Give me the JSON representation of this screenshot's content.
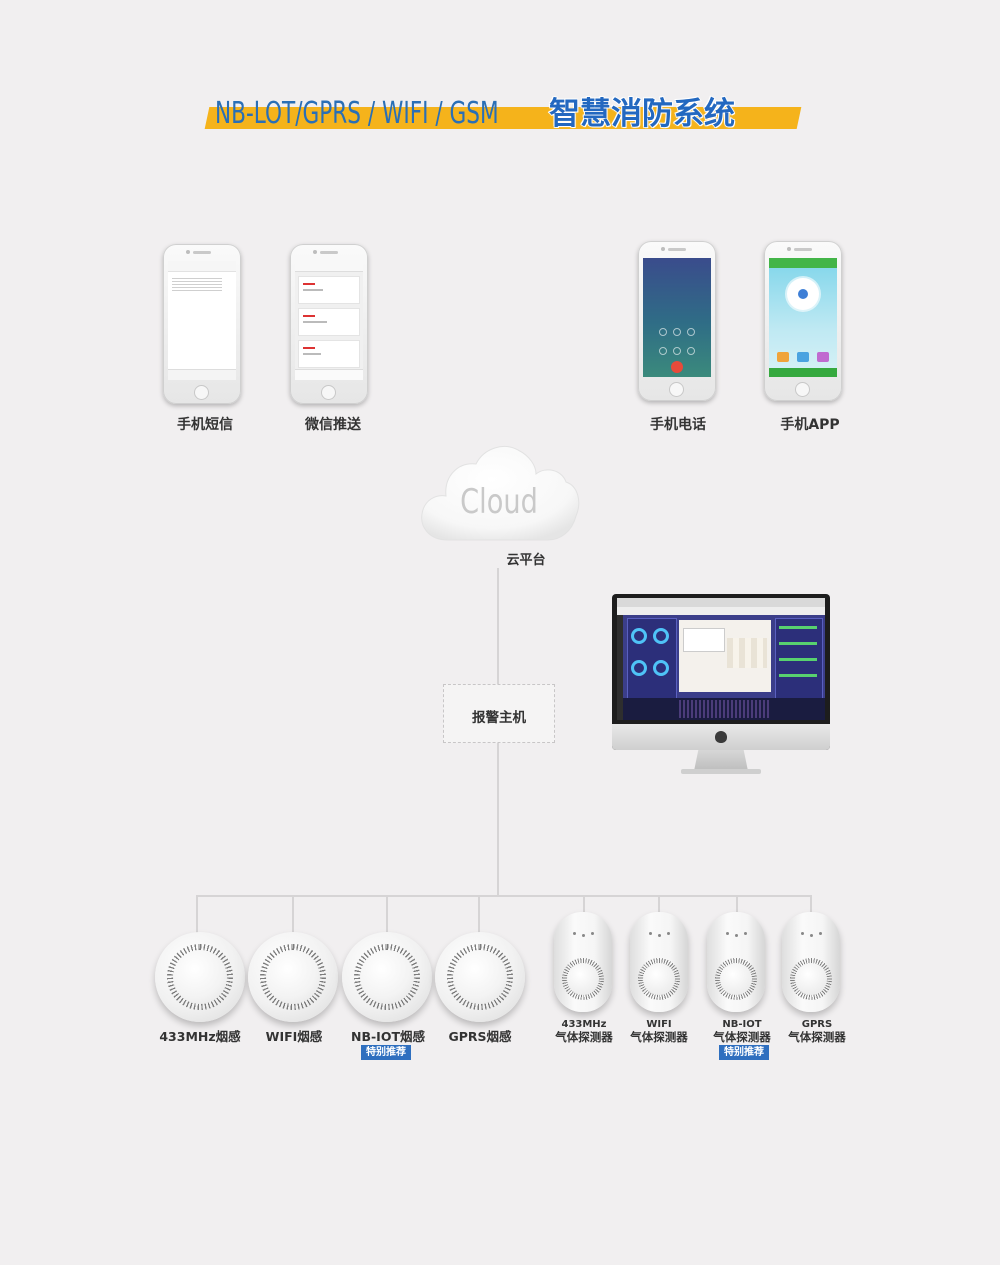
{
  "title": {
    "prefix": "NB-LOT/GPRS / WIFI / GSM",
    "main": "智慧消防系统"
  },
  "channels": [
    {
      "label": "手机短信",
      "icon": "sms-phone-icon"
    },
    {
      "label": "微信推送",
      "icon": "wechat-phone-icon"
    },
    {
      "label": "手机电话",
      "icon": "call-phone-icon"
    },
    {
      "label": "手机APP",
      "icon": "app-phone-icon"
    }
  ],
  "cloud": {
    "text": "Cloud",
    "label": "云平台"
  },
  "host": {
    "label": "报警主机"
  },
  "computer": {
    "icon": "imac-monitor-icon"
  },
  "smoke_detectors": [
    {
      "label": "433MHz烟感"
    },
    {
      "label": "WIFI烟感"
    },
    {
      "label": "NB-IOT烟感",
      "badge": "特别推荐"
    },
    {
      "label": "GPRS烟感"
    }
  ],
  "gas_detectors": [
    {
      "line1": "433MHz",
      "line2": "气体探测器"
    },
    {
      "line1": "WIFI",
      "line2": "气体探测器"
    },
    {
      "line1": "NB-IOT",
      "line2": "气体探测器",
      "badge": "特别推荐"
    },
    {
      "line1": "GPRS",
      "line2": "气体探测器"
    }
  ],
  "colors": {
    "background": "#f1eff0",
    "title_blue": "#2a6fb6",
    "title_band": "#f5b31b",
    "badge_blue": "#2f6fbf",
    "connector": "#d6d4d5"
  }
}
